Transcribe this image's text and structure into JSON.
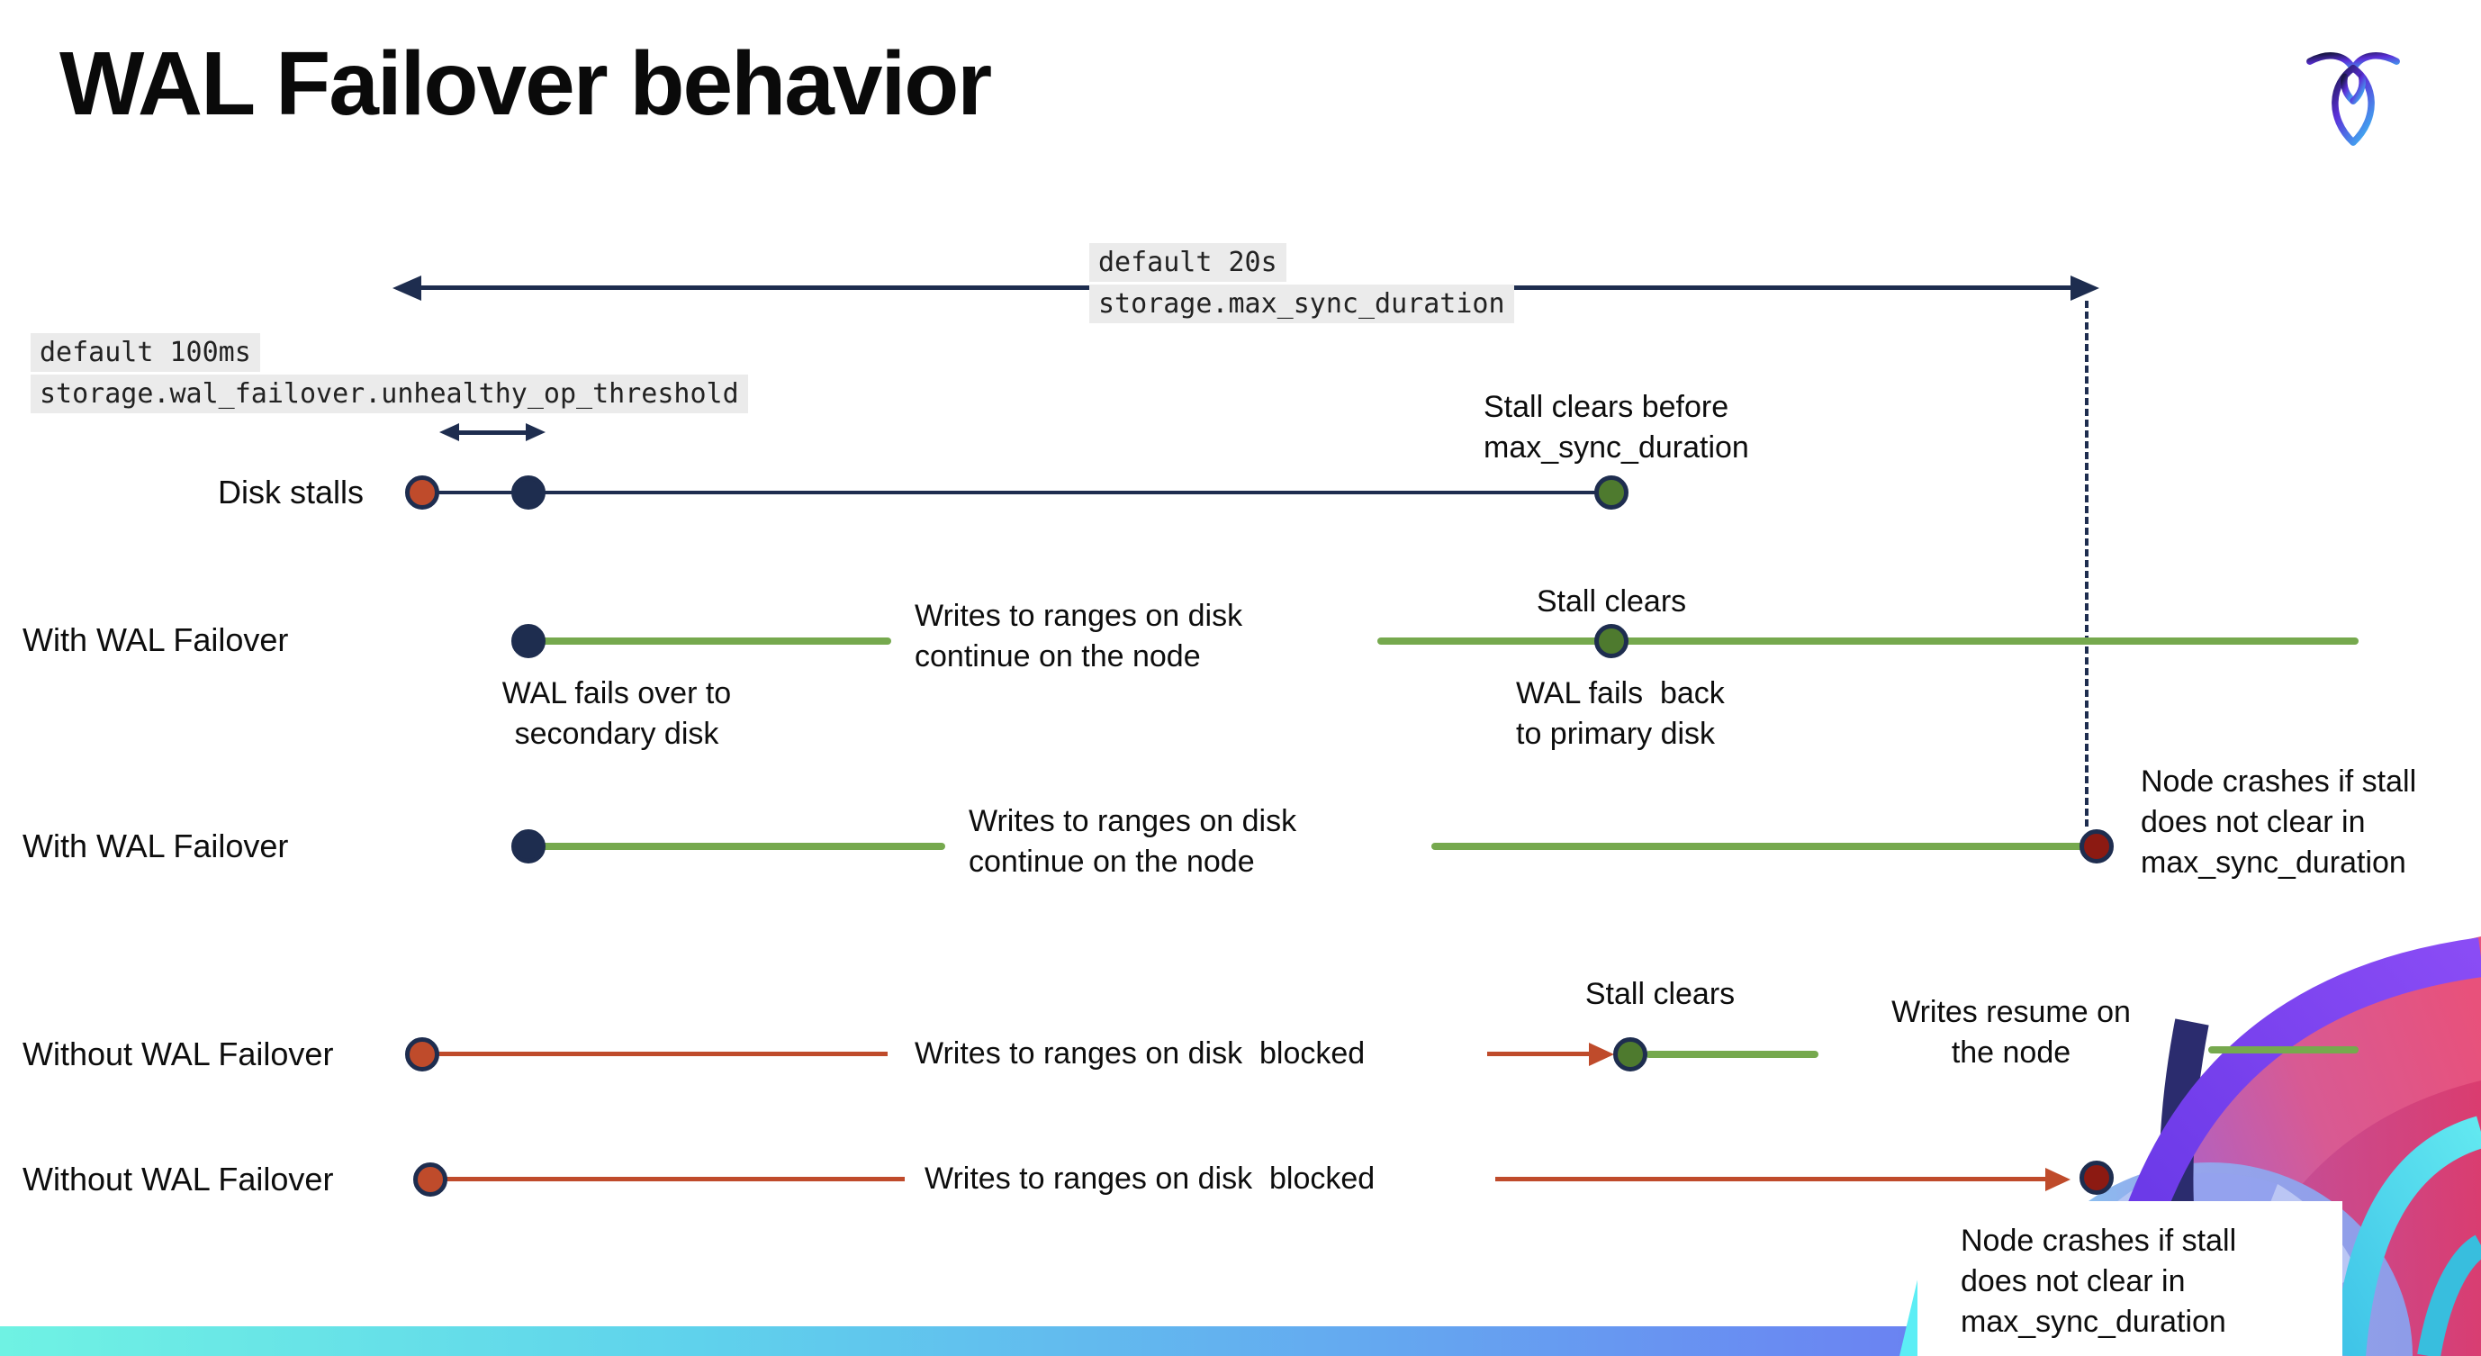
{
  "slide": {
    "title": "WAL Failover behavior",
    "brand": "cockroachdb"
  },
  "settings": {
    "max_sync_duration": {
      "default_label": "default 20s",
      "setting_name": "storage.max_sync_duration"
    },
    "unhealthy_op_threshold": {
      "default_label": "default 100ms",
      "setting_name": "storage.wal_failover.unhealthy_op_threshold"
    }
  },
  "row_labels": {
    "disk_stalls": "Disk stalls",
    "with_wal_failover": "With WAL Failover",
    "without_wal_failover": "Without WAL Failover"
  },
  "annotations": {
    "stall_clears_before": "Stall clears before\nmax_sync_duration",
    "stall_clears": "Stall clears",
    "writes_continue": "Writes to ranges on disk\ncontinue on the node",
    "writes_blocked": "Writes to ranges on disk  blocked",
    "writes_resume": "Writes resume on\nthe node",
    "wal_fails_over": "WAL fails over to\nsecondary disk",
    "wal_fails_back": "WAL fails  back\nto primary disk",
    "node_crashes": "Node crashes if stall\ndoes not clear in\nmax_sync_duration"
  },
  "colors": {
    "navy": "#1e2d4f",
    "green_line": "#76a94e",
    "green_dot": "#4e7a2e",
    "stall_red": "#bf4b2b",
    "crash_red": "#8c1a12",
    "code_background": "#ebebeb",
    "footer_gradient": [
      "#6ff2e3",
      "#5fd2ec",
      "#64a9f0",
      "#6c5ae8"
    ]
  }
}
